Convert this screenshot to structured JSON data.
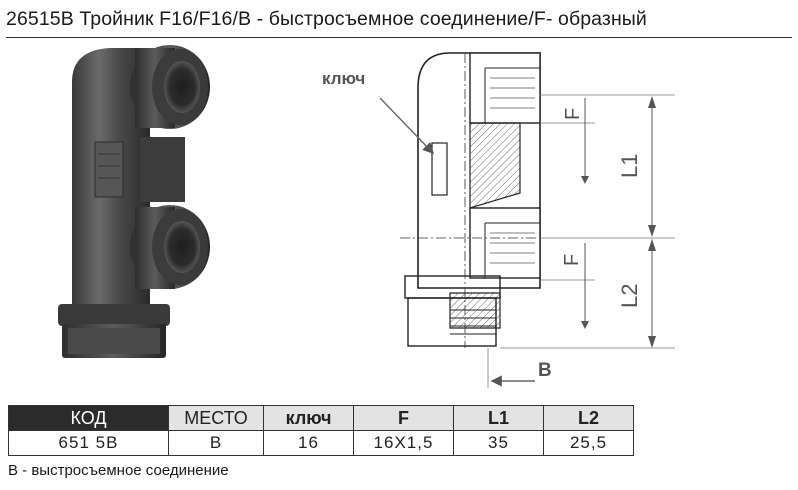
{
  "title": "26515B  Тройник F16/F16/B - быстросъемное соединение/F- образный",
  "drawing": {
    "key_label": "ключ",
    "dim_f_top": "F",
    "dim_f_bottom": "F",
    "dim_l1": "L1",
    "dim_l2": "L2",
    "dim_b": "B"
  },
  "table": {
    "headers": [
      "КОД",
      "МЕСТО",
      "ключ",
      "F",
      "L1",
      "L2"
    ],
    "row": [
      "651 5B",
      "B",
      "16",
      "16X1,5",
      "35",
      "25,5"
    ]
  },
  "footnote": "B - выстросъемное соединение"
}
